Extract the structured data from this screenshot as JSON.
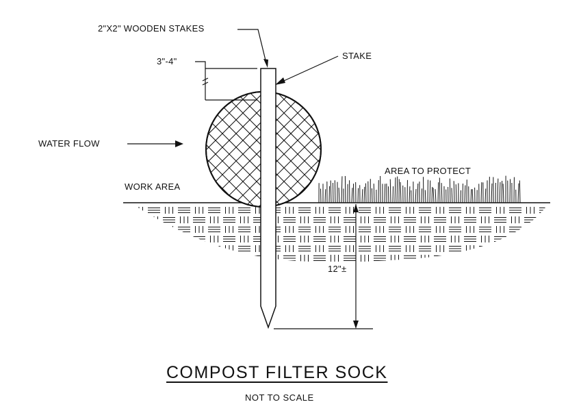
{
  "labels": {
    "wooden_stakes": "2\"X2\" WOODEN STAKES",
    "stake": "STAKE",
    "stake_height": "3\"-4\"",
    "water_flow": "WATER FLOW",
    "work_area": "WORK AREA",
    "area_to_protect": "AREA TO PROTECT",
    "depth": "12\"±"
  },
  "title": "COMPOST FILTER SOCK",
  "subtitle": "NOT TO SCALE",
  "colors": {
    "ink": "#111111",
    "background": "#ffffff"
  }
}
